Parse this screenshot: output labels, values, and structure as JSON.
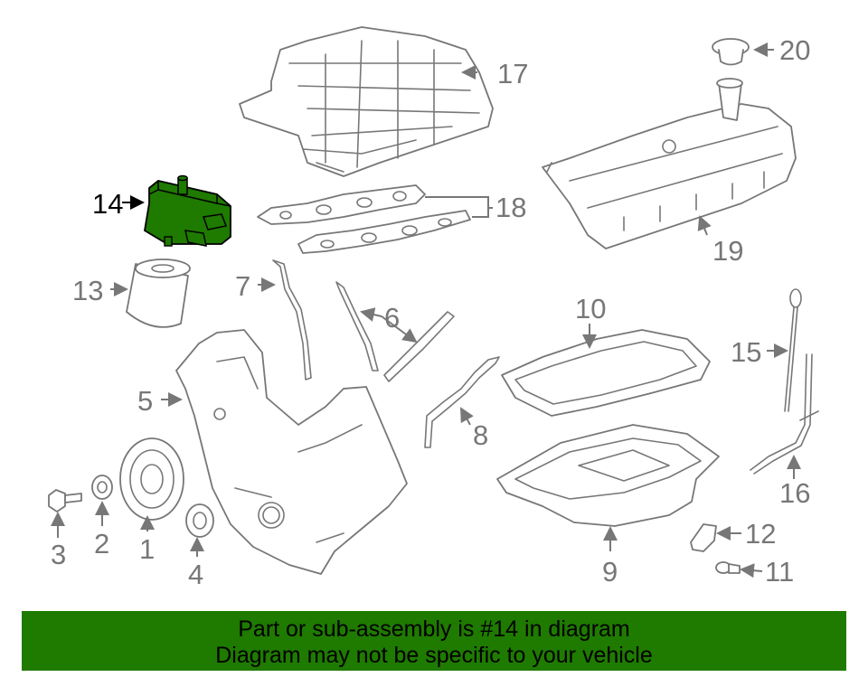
{
  "diagram": {
    "callouts": [
      {
        "id": "1",
        "label": "1"
      },
      {
        "id": "2",
        "label": "2"
      },
      {
        "id": "3",
        "label": "3"
      },
      {
        "id": "4",
        "label": "4"
      },
      {
        "id": "5",
        "label": "5"
      },
      {
        "id": "6",
        "label": "6"
      },
      {
        "id": "7",
        "label": "7"
      },
      {
        "id": "8",
        "label": "8"
      },
      {
        "id": "9",
        "label": "9"
      },
      {
        "id": "10",
        "label": "10"
      },
      {
        "id": "11",
        "label": "11"
      },
      {
        "id": "12",
        "label": "12"
      },
      {
        "id": "13",
        "label": "13"
      },
      {
        "id": "14",
        "label": "14"
      },
      {
        "id": "15",
        "label": "15"
      },
      {
        "id": "16",
        "label": "16"
      },
      {
        "id": "17",
        "label": "17"
      },
      {
        "id": "18",
        "label": "18"
      },
      {
        "id": "19",
        "label": "19"
      },
      {
        "id": "20",
        "label": "20"
      }
    ],
    "highlighted_part": "14",
    "highlight_color": "#1f7a00",
    "line_color": "#777777"
  },
  "banner": {
    "line1": "Part or sub-assembly is #14 in diagram",
    "line2": "Diagram may not be specific to your vehicle",
    "background": "#1f7a00"
  }
}
